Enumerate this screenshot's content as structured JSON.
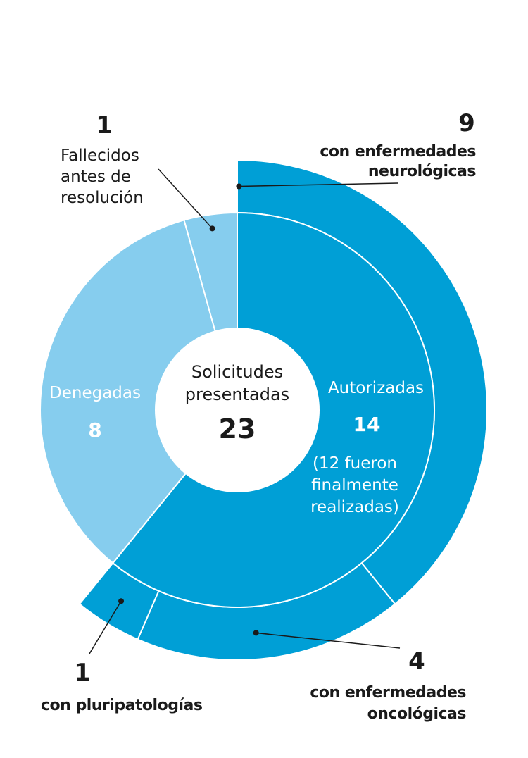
{
  "colors": {
    "authorized": "#009fd6",
    "denied": "#86cdee",
    "text": "#1a1a1a",
    "white": "#ffffff"
  },
  "chart_data": {
    "type": "sunburst",
    "total": 23,
    "center_label_line1": "Solicitudes",
    "center_label_line2": "presentadas",
    "center_value": "23",
    "inner_ring": [
      {
        "name": "Autorizadas",
        "value": 14,
        "note_line1": "(12 fueron",
        "note_line2": "finalmente",
        "note_line3": "realizadas)"
      },
      {
        "name": "Denegadas",
        "value": 8
      },
      {
        "name_line1": "Fallecidos",
        "name_line2": "antes de",
        "name_line3": "resolución",
        "value": 1
      }
    ],
    "outer_ring": [
      {
        "name_line1": "con enfermedades",
        "name_line2": "neurológicas",
        "value": 9
      },
      {
        "name_line1": "con enfermedades",
        "name_line2": "oncológicas",
        "value": 4
      },
      {
        "name": "con pluripatologías",
        "value": 1
      }
    ]
  }
}
